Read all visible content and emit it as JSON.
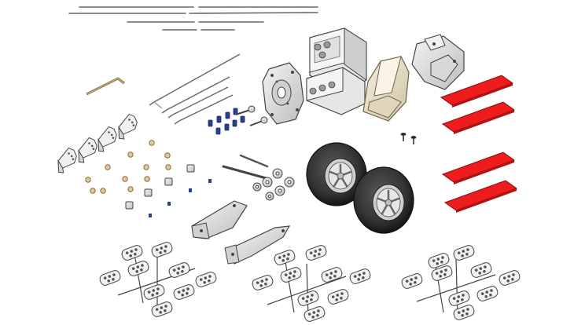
{
  "scene": {
    "background": "#ffffff",
    "colors": {
      "outline": "#444444",
      "wire": "#666666",
      "wire_light": "#bdbdbd",
      "part_light": "#eeeeee",
      "part_mid": "#d6d6d6",
      "part_dark": "#9e9e9e",
      "tire": "#3a3a3a",
      "tire_dark": "#1e1e1e",
      "hub": "#e6e6e6",
      "pad_red": "#ee1c1c",
      "pad_edge": "#8a0f0f",
      "collet_blue": "#2a3f8f",
      "brass": "#c9a06a",
      "bracket_beige": "#f1ead8",
      "bracket_beige_dark": "#d4c9ad"
    },
    "parts": [
      {
        "name": "long-wires",
        "count": 8
      },
      {
        "name": "bent-allen-key",
        "count": 1
      },
      {
        "name": "pushrods",
        "count": 6
      },
      {
        "name": "control-horns",
        "count": 4
      },
      {
        "name": "brass-washers",
        "count": 12
      },
      {
        "name": "blue-collets",
        "count": 8
      },
      {
        "name": "screws",
        "count": 4
      },
      {
        "name": "wheel-collars",
        "count": 6
      },
      {
        "name": "motor-mount-plate",
        "count": 1
      },
      {
        "name": "landing-gear-block",
        "count": 1
      },
      {
        "name": "gear-bracket",
        "count": 1
      },
      {
        "name": "servo-tray",
        "count": 1
      },
      {
        "name": "foam-wheels",
        "count": 2
      },
      {
        "name": "red-pads",
        "count": 4
      },
      {
        "name": "gear-struts",
        "count": 2
      },
      {
        "name": "hinge-sprues",
        "count": 3
      }
    ]
  }
}
